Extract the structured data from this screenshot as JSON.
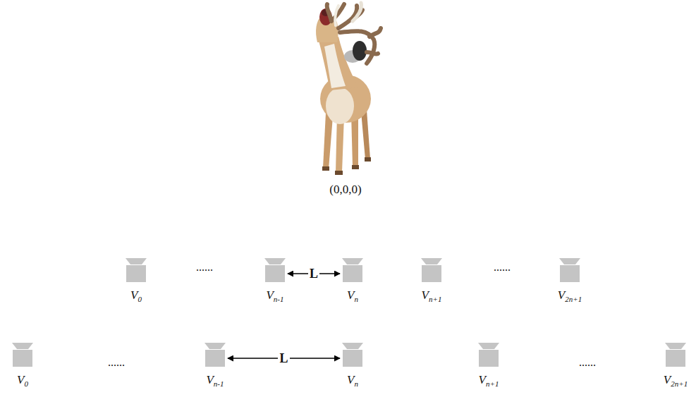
{
  "diagram": {
    "nodes": [
      {
        "text": [
          "V0"
        ]
      },
      {
        "text": [
          "Vn-1"
        ]
      },
      {
        "text": [
          "Vn"
        ]
      },
      {
        "text": [
          "Vn+1"
        ]
      },
      {
        "text": [
          "V2n+1"
        ]
      },
      {
        "text": [
          "V0"
        ]
      },
      {
        "text": [
          "Vn-1"
        ]
      },
      {
        "text": [
          "Vn"
        ]
      },
      {
        "text": [
          "Vn+1"
        ]
      },
      {
        "text": [
          "V2n+1"
        ]
      }
    ],
    "edges": [
      {
        "from": 1,
        "to": 2,
        "arrow": "both",
        "label": "L"
      },
      {
        "from": 6,
        "to": 7,
        "arrow": "both",
        "label": "L"
      }
    ],
    "labels": [
      "(0,0,0)",
      "......",
      "......",
      "......",
      "......"
    ]
  }
}
